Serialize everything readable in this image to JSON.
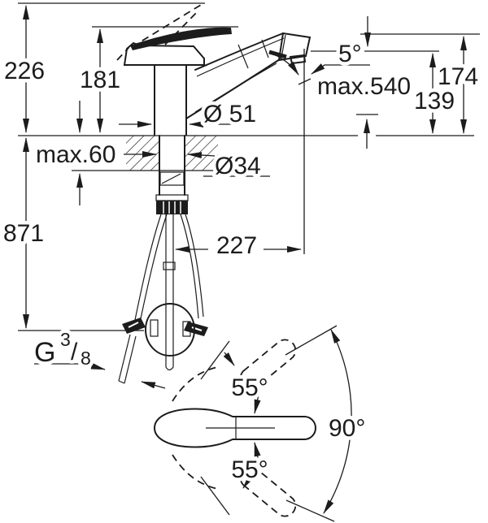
{
  "drawing": {
    "type": "faucet-installation-dimension-drawing",
    "units": "mm (implied)",
    "dimensions": {
      "height_lever_raised": "226",
      "height_lever_closed": "181",
      "depth_below_counter": "871",
      "counter_thickness_max": "max.60",
      "hole_diameter": "Ø34",
      "base_diameter": "Ø 51",
      "outlet_angle": "5°",
      "pullout_hose_max": "max.540",
      "spout_top_height": "174",
      "outlet_height": "139",
      "spout_projection": "227",
      "swivel_up": "55°",
      "swivel_down": "55°",
      "swivel_total": "90°",
      "thread": {
        "g": "G",
        "numerator": "3",
        "slash": "/",
        "denominator": "8"
      }
    }
  }
}
